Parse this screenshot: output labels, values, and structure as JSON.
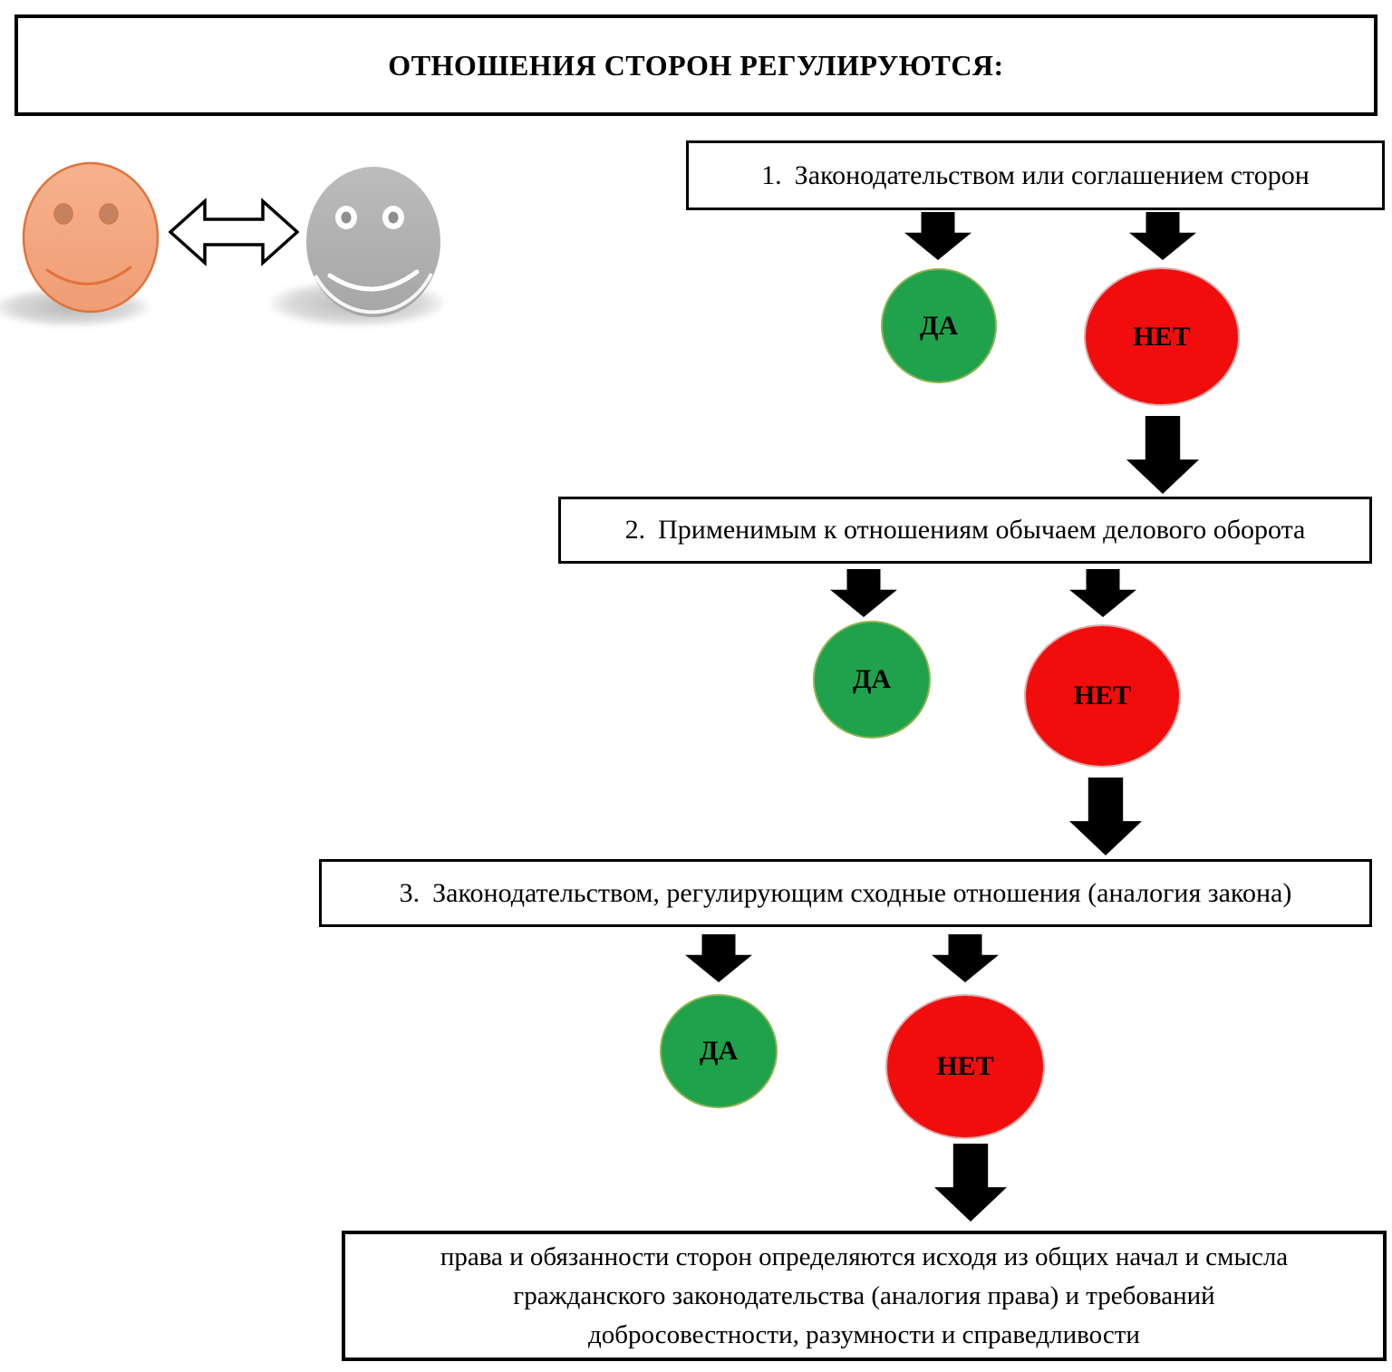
{
  "title": "ОТНОШЕНИЯ СТОРОН РЕГУЛИРУЮТСЯ:",
  "parties": {
    "left_face": "orange-smiley-face",
    "right_face": "gray-smiley-face",
    "relation_icon": "double-headed-arrow"
  },
  "steps": [
    {
      "number": "1.",
      "label": "Законодательством или соглашением сторон",
      "yes_label": "ДА",
      "no_label": "НЕТ"
    },
    {
      "number": "2.",
      "label": "Применимым к отношениям обычаем делового оборота",
      "yes_label": "ДА",
      "no_label": "НЕТ"
    },
    {
      "number": "3.",
      "label": "Законодательством, регулирующим сходные отношения (аналогия закона)",
      "yes_label": "ДА",
      "no_label": "НЕТ"
    }
  ],
  "conclusion": "права и обязанности сторон определяются исходя из общих начал и смысла\nгражданского законодательства (аналогия права) и требований\nдобросовестности, разумности и справедливости",
  "colors": {
    "yes_circle": "#1FA24B",
    "no_circle": "#F20D0D",
    "arrow": "#000000",
    "face_left_fill": "#F2A47F",
    "face_left_stroke": "#E0733C",
    "face_right_fill": "#AEAEAE"
  }
}
